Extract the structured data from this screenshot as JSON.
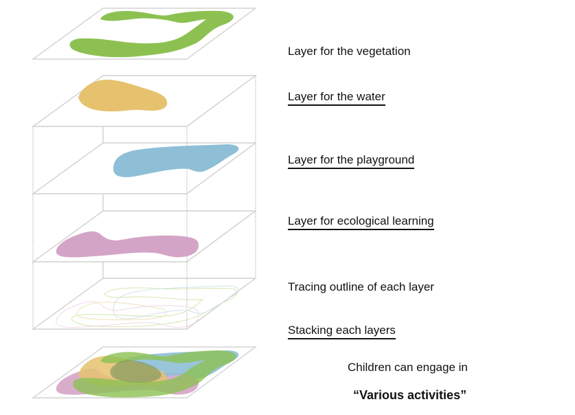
{
  "layers": [
    {
      "id": "vegetation",
      "label": "Layer for the vegetation",
      "underlined": false,
      "color": "#8cc152"
    },
    {
      "id": "water",
      "label": "Layer for the water",
      "underlined": true,
      "color": "#e6c26e"
    },
    {
      "id": "playground",
      "label": "Layer for the playground",
      "underlined": true,
      "color": "#8ebfd6"
    },
    {
      "id": "ecological",
      "label": "Layer for ecological learning",
      "underlined": true,
      "color": "#d4a4c6"
    },
    {
      "id": "tracing",
      "label": "Tracing outline of each layer",
      "underlined": false,
      "color": "#e8ecc0"
    },
    {
      "id": "stacking",
      "label": "Stacking each layers",
      "underlined": true,
      "color": "#7aa05a"
    }
  ],
  "conclusion": {
    "line1": "Children can engage in",
    "line2": "“Various activities”"
  },
  "colors": {
    "frame": "#cfcfcf",
    "vegetation": "#8cc152",
    "water": "#e6c26e",
    "playground": "#8ebfd6",
    "ecological": "#d4a4c6",
    "overlap": "#6f8f55"
  }
}
